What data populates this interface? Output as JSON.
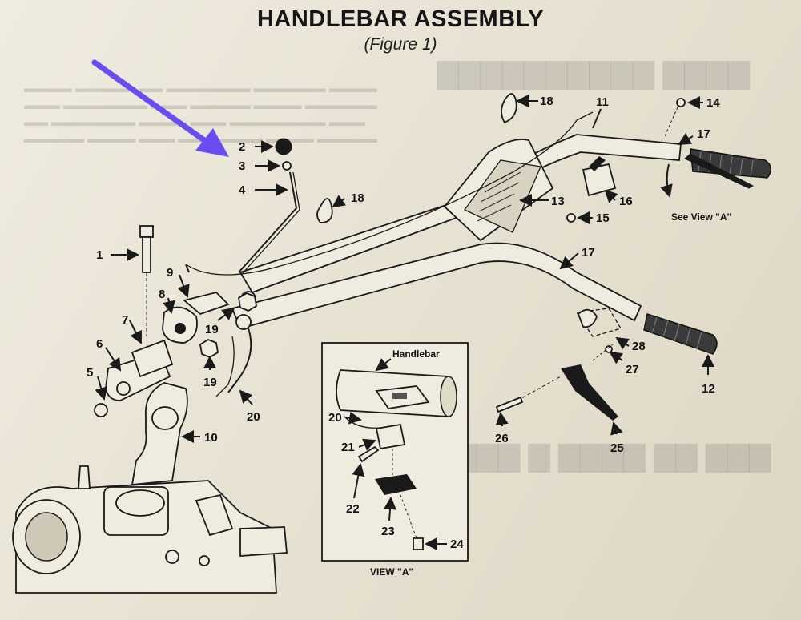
{
  "title": "HANDLEBAR ASSEMBLY",
  "subtitle": "(Figure 1)",
  "callouts": {
    "p1": "1",
    "p2": "2",
    "p3": "3",
    "p4": "4",
    "p5": "5",
    "p6": "6",
    "p7": "7",
    "p8": "8",
    "p9": "9",
    "p10": "10",
    "p11": "11",
    "p12": "12",
    "p13": "13",
    "p14": "14",
    "p15": "15",
    "p16": "16",
    "p17a": "17",
    "p17b": "17",
    "p18a": "18",
    "p18b": "18",
    "p19a": "19",
    "p19b": "19",
    "p20a": "20",
    "p20b": "20",
    "p21": "21",
    "p22": "22",
    "p23": "23",
    "p24": "24",
    "p25": "25",
    "p26": "26",
    "p27": "27",
    "p28": "28"
  },
  "see_view_label": "See View \"A\"",
  "inset": {
    "handlebar_label": "Handlebar",
    "view_label": "VIEW \"A\""
  },
  "annotation": {
    "arrow_color": "#6a4cf0"
  }
}
